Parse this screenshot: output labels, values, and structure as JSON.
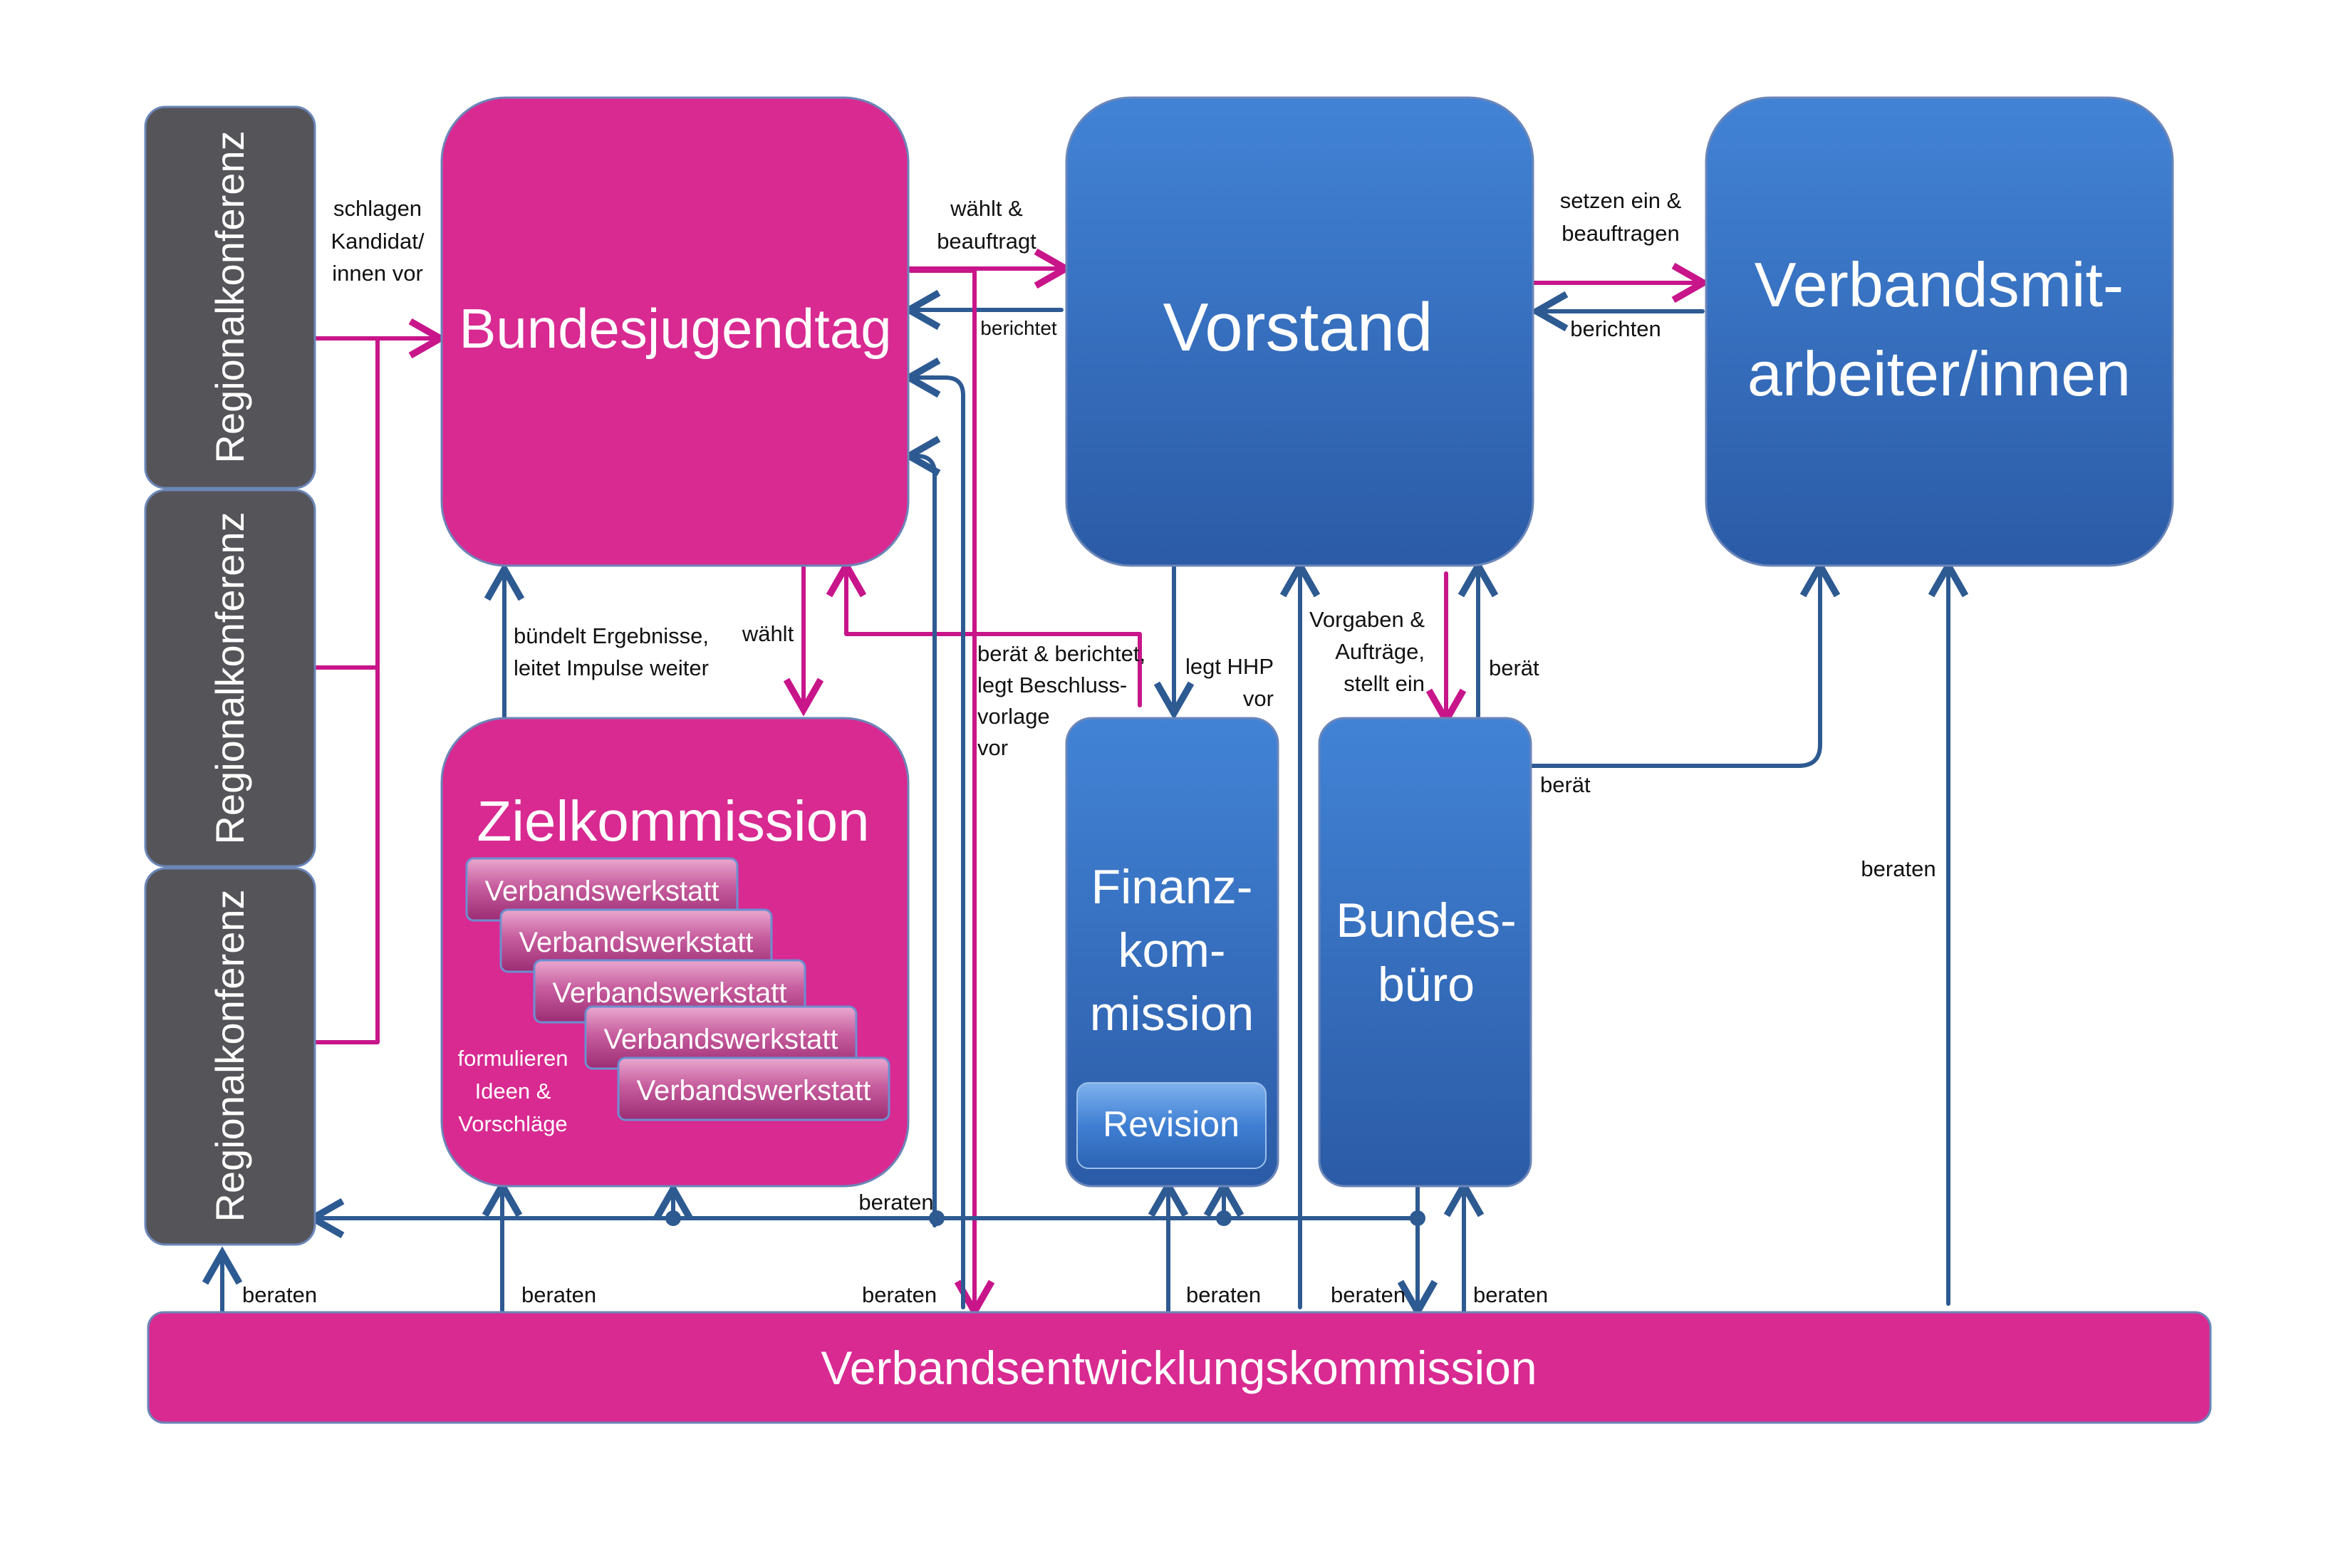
{
  "colors": {
    "magenta": "#d82a91",
    "blue_top": "#4182d4",
    "blue_bottom": "#2d5ea8",
    "gray": "#555459",
    "arrow_magenta": "#c8158a",
    "arrow_blue": "#2e5a92"
  },
  "boxes": {
    "regional_1": "Regionalkonferenz",
    "regional_2": "Regionalkonferenz",
    "regional_3": "Regionalkonferenz",
    "bundesjugendtag": "Bundesjugendtag",
    "vorstand": "Vorstand",
    "mitarbeiter_line1": "Verbandsmit-",
    "mitarbeiter_line2": "arbeiter/innen",
    "zielkommission": "Zielkommission",
    "werkstaetten": [
      "Verbandswerkstatt",
      "Verbandswerkstatt",
      "Verbandswerkstatt",
      "Verbandswerkstatt",
      "Verbandswerkstatt"
    ],
    "finanz_line1": "Finanz-",
    "finanz_line2": "kom-",
    "finanz_line3": "mission",
    "revision": "Revision",
    "buero_line1": "Bundes-",
    "buero_line2": "büro",
    "vek": "Verbandsentwicklungskommission"
  },
  "labels": {
    "schlagen_1": "schlagen",
    "schlagen_2": "Kandidat/",
    "schlagen_3": "innen vor",
    "waehlt_beauftragt_1": "wählt &",
    "waehlt_beauftragt_2": "beauftragt",
    "berichtet": "berichtet",
    "setzen_1": "setzen ein &",
    "setzen_2": "beauftragen",
    "berichten": "berichten",
    "buendelt_1": "bündelt Ergebnisse,",
    "buendelt_2": "leitet Impulse weiter",
    "waehlt": "wählt",
    "beraet_berichtet_1": "berät & berichtet,",
    "beraet_berichtet_2": "legt Beschluss-",
    "beraet_berichtet_3": "vorlage",
    "beraet_berichtet_4": "vor",
    "legt_hhp_1": "legt HHP",
    "legt_hhp_2": "vor",
    "vorgaben_1": "Vorgaben &",
    "vorgaben_2": "Aufträge,",
    "vorgaben_3": "stellt ein",
    "beraet_vorstand": "berät",
    "beraet_mitarbeiter": "berät",
    "beraten_right": "beraten",
    "formulieren_1": "formulieren",
    "formulieren_2": "Ideen &",
    "formulieren_3": "Vorschläge",
    "beraten_mid": "beraten",
    "beraten_b1": "beraten",
    "beraten_b2": "beraten",
    "beraten_b3": "beraten",
    "beraten_b4": "beraten",
    "beraten_b5": "beraten",
    "beraten_b6": "beraten"
  }
}
